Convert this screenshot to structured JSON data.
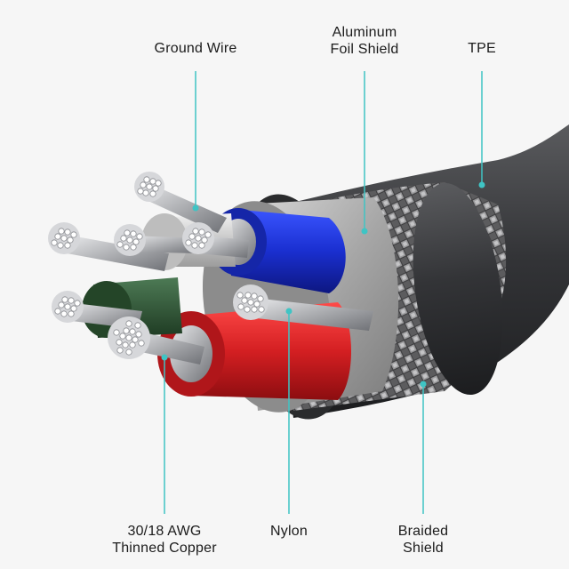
{
  "diagram": {
    "labels": {
      "ground_wire": "Ground Wire",
      "aluminum_foil_line1": "Aluminum",
      "aluminum_foil_line2": "Foil Shield",
      "tpe": "TPE",
      "copper_line1": "30/18 AWG",
      "copper_line2": "Thinned Copper",
      "nylon": "Nylon",
      "braided_line1": "Braided",
      "braided_line2": "Shield"
    },
    "colors": {
      "background": "#f6f6f6",
      "callout_line": "#3fc4c4",
      "jacket_tpe": "#3a3b3d",
      "foil": "#a9a9a9",
      "blue_wire": "#2034d6",
      "red_wire": "#d21f22",
      "green_wire": "#2f5a36",
      "white_wire": "#d8d8d8",
      "copper": "#c9cbce"
    }
  }
}
